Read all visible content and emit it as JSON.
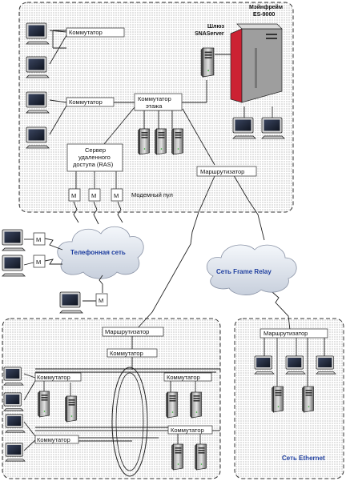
{
  "zones": {
    "top": {
      "label": ""
    },
    "bottom_left": {
      "label": ""
    },
    "bottom_right": {
      "label": "Сеть Ethernet"
    }
  },
  "mainframe": {
    "label_line1": "Мэйнфрейм",
    "label_line2": "ES-9000"
  },
  "gateway": {
    "label_line1": "Шлюз",
    "label_line2": "SNAServer"
  },
  "switch_top1": "Коммутатор",
  "switch_top2": "Коммутатор",
  "floor_switch": {
    "line1": "Коммутатор",
    "line2": "этажа"
  },
  "ras": {
    "line1": "Сервер",
    "line2": "удаленного",
    "line3": "доступа (RAS)"
  },
  "modem_letter": "М",
  "modem_pool": "Модемный пул",
  "router_top": "Маршрутизатор",
  "phone_net": "Телефонная сеть",
  "frame_relay": "Сеть Frame Relay",
  "bl_router": "Маршрутизатор",
  "bl_switch_center": "Коммутатор",
  "bl_switch_left_top": "Коммутатор",
  "bl_switch_left_bottom": "Коммутатор",
  "bl_switch_right_top": "Коммутатор",
  "bl_switch_right_bottom": "Коммутатор",
  "br_router": "Маршрутизатор",
  "colors": {
    "cloud_text": "#1f3f9f",
    "mainframe_accent": "#cc2233"
  }
}
